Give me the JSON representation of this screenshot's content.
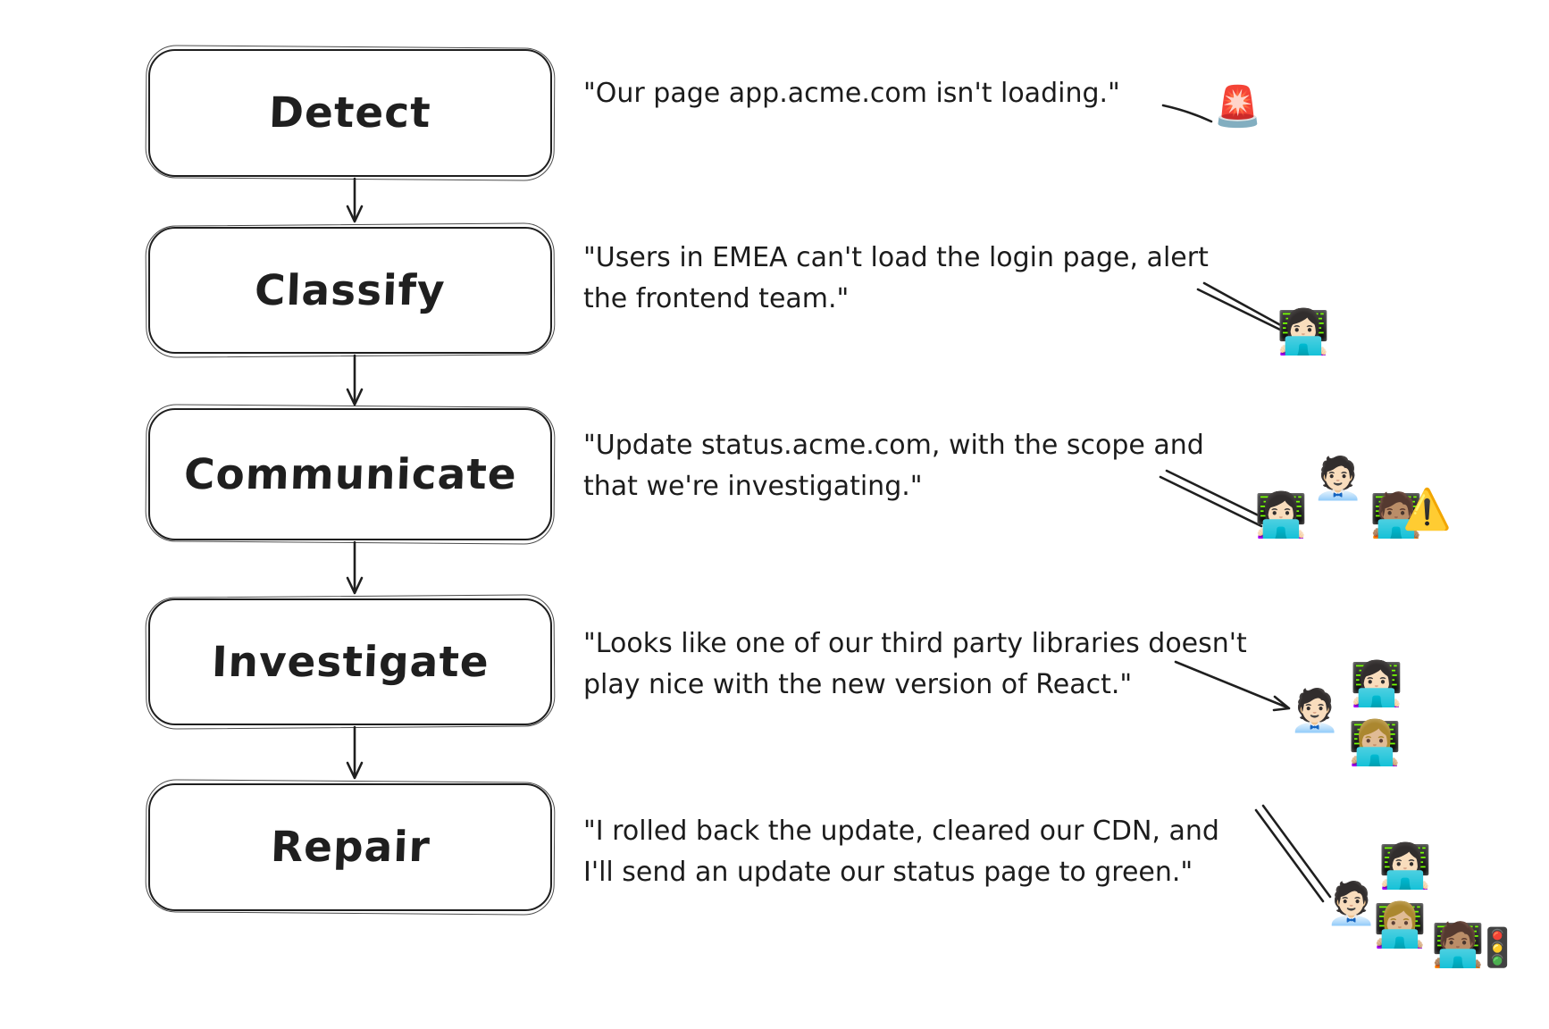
{
  "colors": {
    "ink": "#1f1f1f",
    "background": "#ffffff"
  },
  "steps": [
    {
      "label": "Detect"
    },
    {
      "label": "Classify"
    },
    {
      "label": "Communicate"
    },
    {
      "label": "Investigate"
    },
    {
      "label": "Repair"
    }
  ],
  "quotes": [
    {
      "line1": "\"Our page app.acme.com isn't loading.\""
    },
    {
      "line1": "\"Users in EMEA can't load the login page, alert",
      "line2": "the frontend team.\""
    },
    {
      "line1": "\"Update status.acme.com, with the scope and",
      "line2": "that we're investigating.\""
    },
    {
      "line1": "\"Looks like one of our third party libraries doesn't",
      "line2": "play nice with the new version of React.\""
    },
    {
      "line1": "\"I rolled back the update, cleared our CDN, and",
      "line2": "I'll send an update our status page to green.\""
    }
  ],
  "emojis": {
    "police_car_light": "🚨",
    "woman_technologist_light": "👩🏻‍💻",
    "office_worker_light": "🧑🏻‍💼",
    "technologist_medium": "🧑🏽‍💻",
    "warning": "⚠️",
    "woman_technologist_medium_light": "👩🏼‍💻",
    "vertical_traffic_light": "🚦"
  }
}
